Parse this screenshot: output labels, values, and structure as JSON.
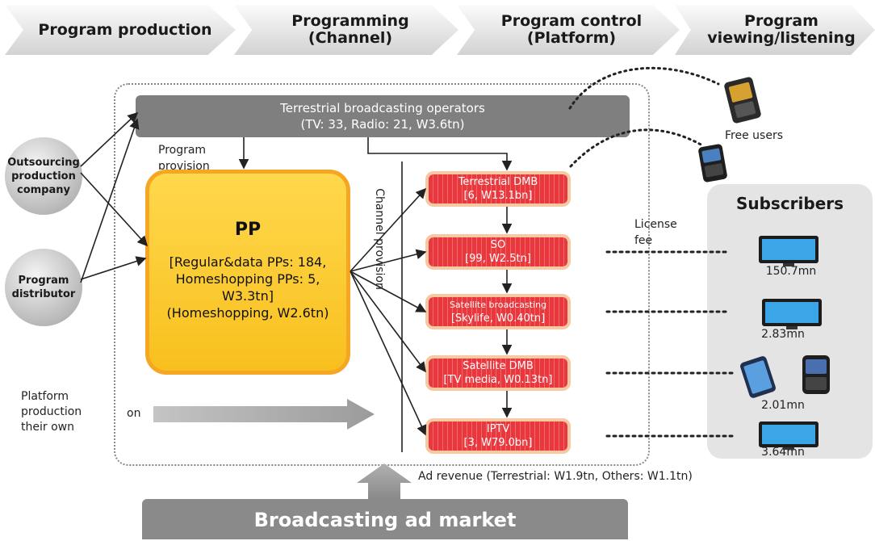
{
  "stages": [
    "Program production",
    "Programming\n(Channel)",
    "Program control\n(Platform)",
    "Program\nviewing/listening"
  ],
  "terrestrial": {
    "line1": "Terrestrial broadcasting operators",
    "line2": "(TV: 33, Radio: 21, W3.6tn)"
  },
  "sources": [
    "Outsourcing\nproduction\ncompany",
    "Program\ndistributor"
  ],
  "program_provision": "Program\nprovision",
  "channel_provision": "Channel provision",
  "pp": {
    "title": "PP",
    "desc": "[Regular&data PPs: 184,\nHomeshopping PPs: 5,\nW3.3tn]\n(Homeshopping, W2.6tn)"
  },
  "platforms": [
    {
      "line1": "Terrestrial DMB",
      "line2": "[6, W13.1bn]"
    },
    {
      "line1": "SO",
      "line2": "[99, W2.5tn]"
    },
    {
      "line1": "Satellite broadcasting",
      "line2": "[Skylife, W0.40tn]"
    },
    {
      "line1": "Satellite DMB",
      "line2": "[TV media, W0.13tn]"
    },
    {
      "line1": "IPTV",
      "line2": "[3, W79.0bn]"
    }
  ],
  "license_fee": "License\nfee",
  "free_users": "Free users",
  "subscribers": {
    "title": "Subscribers",
    "counts": [
      "150.7mn",
      "2.83mn",
      "2.01mn",
      "3.64mn"
    ]
  },
  "platform_production": {
    "text": "Platform\nproduction\ntheir own",
    "on": "on"
  },
  "ad_revenue": "Ad revenue (Terrestrial: W1.9tn, Others: W1.1tn)",
  "ad_market": "Broadcasting ad market",
  "colors": {
    "pp_fill": "#ffd84d",
    "pp_border": "#f5a623",
    "platform_fill": "#e8383d",
    "platform_border": "#f6c9a2",
    "gray_bar": "#7f7f7f"
  },
  "icons": [
    "phone-icon",
    "tv-monitor-icon",
    "smartphone-icon"
  ]
}
